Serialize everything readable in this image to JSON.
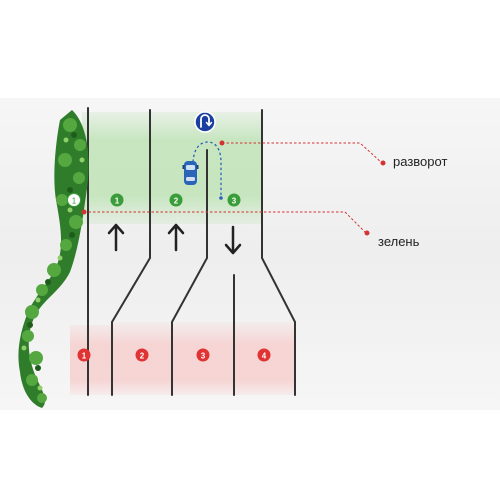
{
  "diagram": {
    "upper_lane_badges": [
      "1",
      "2",
      "3"
    ],
    "lower_lane_badges": [
      "1",
      "2",
      "3",
      "4"
    ],
    "tree_badge": "1",
    "labels": {
      "u_turn": "разворот",
      "greenery": "зелень"
    },
    "icons": {
      "u_turn_sign": "u-turn-sign-icon",
      "car": "car-icon",
      "arrow_up": "arrow-up-icon",
      "arrow_down": "arrow-down-icon"
    },
    "colors": {
      "green_zone": "#cfe8c8",
      "red_zone": "#f7d9d9",
      "green_badge": "#3a9d3a",
      "red_badge": "#e03333",
      "leader_line": "#d33333",
      "sign_blue": "#1a3fa0",
      "car_blue": "#2a64b8",
      "road_bg": "#eeeeee"
    }
  }
}
